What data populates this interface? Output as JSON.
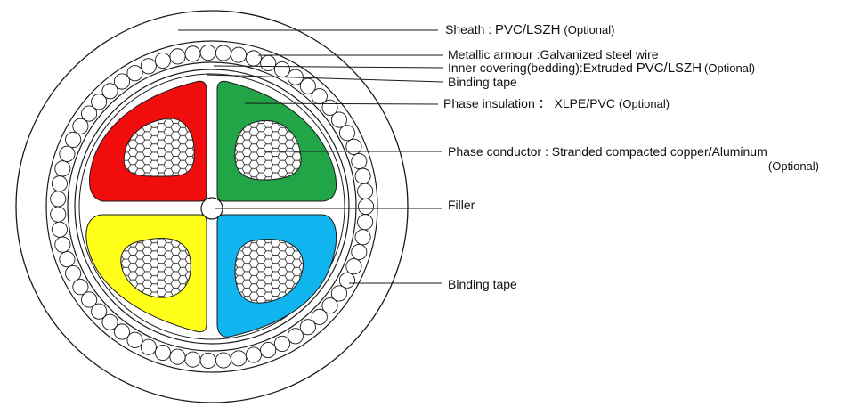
{
  "labels": {
    "sheath": {
      "prefix": "Sheath : ",
      "material": "PVC/LSZH",
      "note": "(Optional)"
    },
    "armour": {
      "text": "Metallic armour :Galvanized steel wire"
    },
    "inner": {
      "prefix": "Inner covering(bedding):Extruded ",
      "material": "PVC/LSZH",
      "note": "(Optional)"
    },
    "binding_top": {
      "text": "Binding tape"
    },
    "insulation": {
      "prefix": "Phase insulation ： XLPE/PVC",
      "note": "(Optional)"
    },
    "conductor": {
      "line1": "Phase conductor : Stranded compacted copper/Aluminum",
      "line2": "(Optional)"
    },
    "filler": {
      "text": "Filler"
    },
    "binding_bottom": {
      "text": "Binding tape"
    }
  },
  "colors": {
    "phase_red": "#f20d0d",
    "phase_green": "#22a547",
    "phase_yellow": "#ffff1a",
    "phase_blue": "#10b4ee",
    "line": "#1a1a1a",
    "background": "#ffffff"
  }
}
